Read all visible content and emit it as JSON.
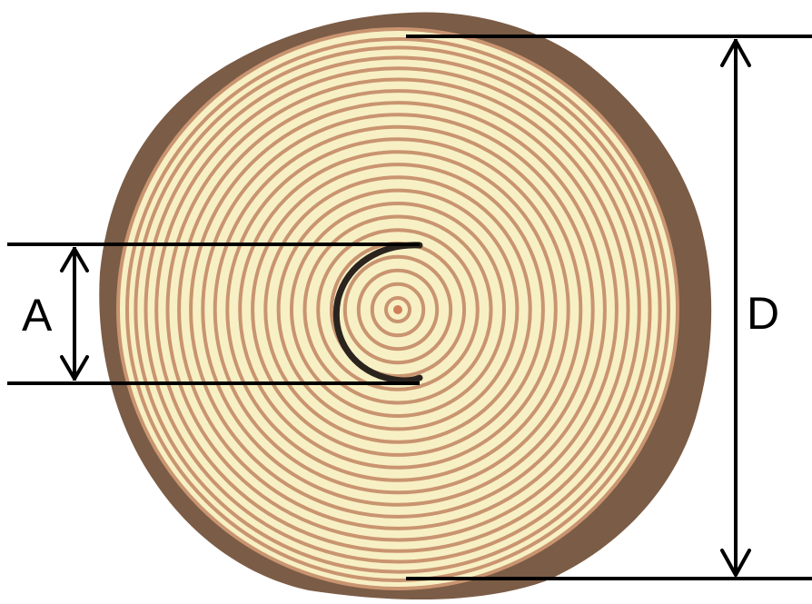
{
  "labels": {
    "a": "A",
    "d": "D"
  },
  "colors": {
    "background": "#ffffff",
    "bark": "#7b5c46",
    "wood_light": "#f7f0c4",
    "ring": "#c99470",
    "pith": "#d0805a",
    "crack": "#2b241e",
    "annotation": "#000000"
  },
  "tree_ring_count": 22
}
